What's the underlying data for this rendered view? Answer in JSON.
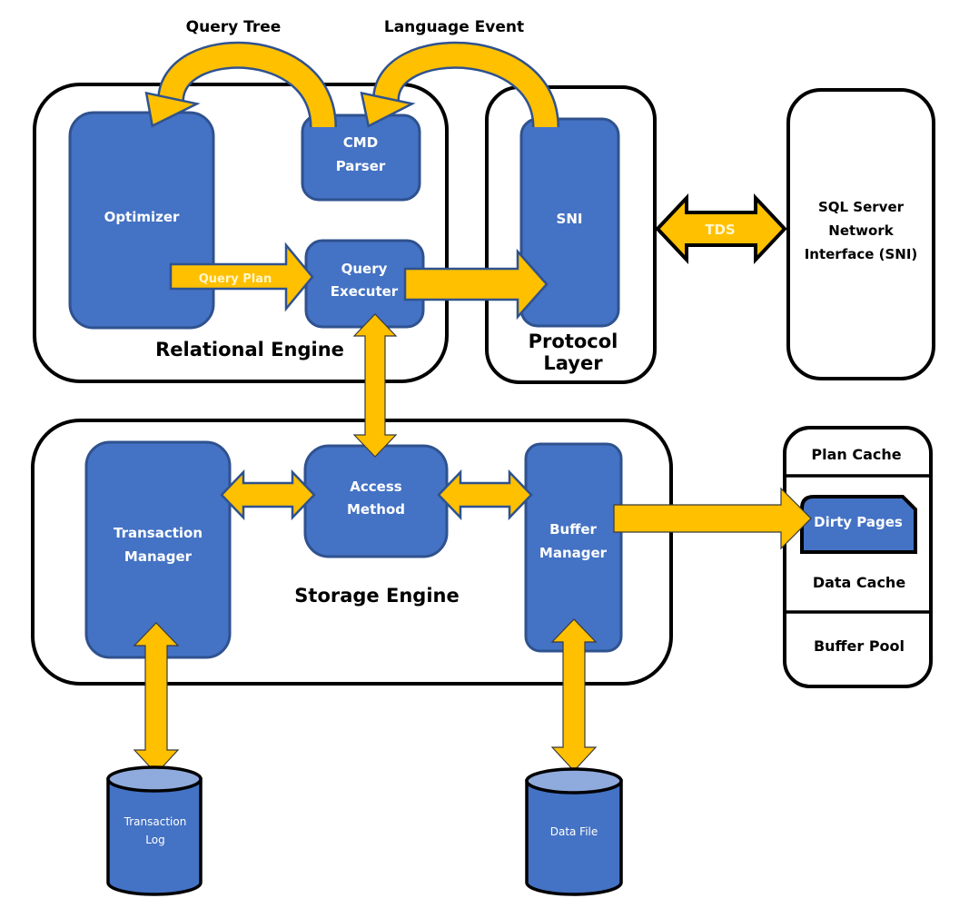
{
  "diagram": {
    "title_labels": {
      "query_tree": "Query Tree",
      "language_event": "Language Event"
    },
    "relational_engine": {
      "label": "Relational Engine",
      "optimizer": "Optimizer",
      "cmd_parser": [
        "CMD",
        "Parser"
      ],
      "query_executer": [
        "Query",
        "Executer"
      ],
      "query_plan_arrow": "Query Plan"
    },
    "protocol_layer": {
      "label": [
        "Protocol",
        "Layer"
      ],
      "sni": "SNI"
    },
    "tds_arrow": "TDS",
    "sql_server_network_interface": [
      "SQL Server",
      "Network",
      "Interface (SNI)"
    ],
    "storage_engine": {
      "label": "Storage Engine",
      "transaction_manager": [
        "Transaction",
        "Manager"
      ],
      "access_method": [
        "Access",
        "Method"
      ],
      "buffer_manager": [
        "Buffer",
        "Manager"
      ]
    },
    "buffer_pool": {
      "plan_cache": "Plan Cache",
      "dirty_pages": "Dirty Pages",
      "data_cache": "Data Cache",
      "buffer_pool": "Buffer Pool"
    },
    "storage": {
      "transaction_log": [
        "Transaction",
        "Log"
      ],
      "data_file": "Data File"
    },
    "colors": {
      "component_blue": "#4472c4",
      "component_border": "#2f528f",
      "arrow_yellow": "#ffc000",
      "cylinder_top": "#8faadc"
    }
  }
}
